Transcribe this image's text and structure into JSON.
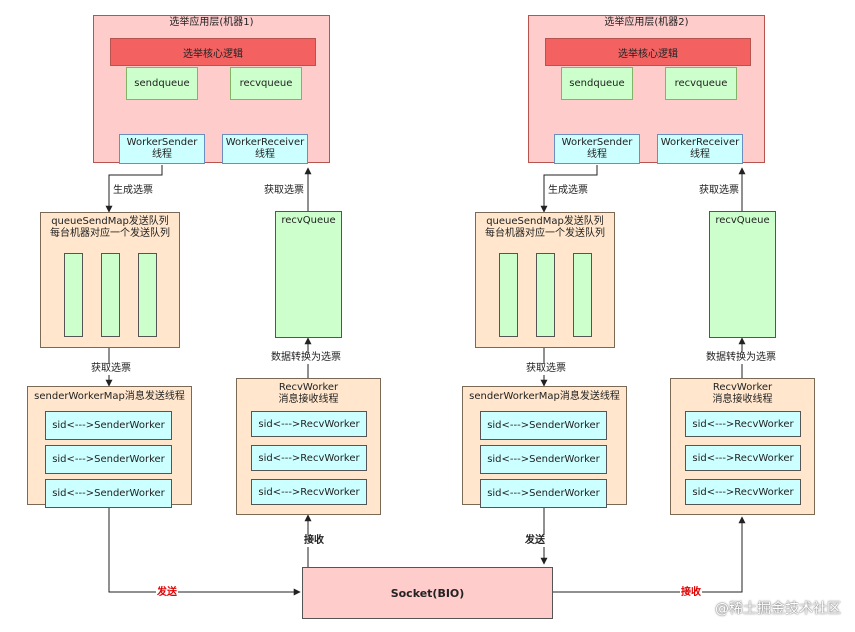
{
  "left": {
    "app_title": "选举应用层(机器1)",
    "core": "选举核心逻辑",
    "sendqueue": "sendqueue",
    "recvqueue": "recvqueue",
    "worker_sender_l1": "WorkerSender",
    "worker_sender_l2": "线程",
    "worker_receiver_l1": "WorkerReceiver",
    "worker_receiver_l2": "线程",
    "gen_vote": "生成选票",
    "get_vote_top": "获取选票",
    "qsm_title_l1": "queueSendMap发送队列",
    "qsm_title_l2": "每台机器对应一个发送队列",
    "recvQueue": "recvQueue",
    "get_vote_mid": "获取选票",
    "convert": "数据转换为选票",
    "swm_title": "senderWorkerMap消息发送线程",
    "sender_rows": [
      "sid<--->SenderWorker",
      "sid<--->SenderWorker",
      "sid<--->SenderWorker"
    ],
    "rw_title_l1": "RecvWorker",
    "rw_title_l2": "消息接收线程",
    "recv_rows": [
      "sid<--->RecvWorker",
      "sid<--->RecvWorker",
      "sid<--->RecvWorker"
    ]
  },
  "right": {
    "app_title": "选举应用层(机器2)",
    "core": "选举核心逻辑",
    "sendqueue": "sendqueue",
    "recvqueue": "recvqueue",
    "worker_sender_l1": "WorkerSender",
    "worker_sender_l2": "线程",
    "worker_receiver_l1": "WorkerReceiver",
    "worker_receiver_l2": "线程",
    "gen_vote": "生成选票",
    "get_vote_top": "获取选票",
    "qsm_title_l1": "queueSendMap发送队列",
    "qsm_title_l2": "每台机器对应一个发送队列",
    "recvQueue": "recvQueue",
    "get_vote_mid": "获取选票",
    "convert": "数据转换为选票",
    "swm_title": "senderWorkerMap消息发送线程",
    "sender_rows": [
      "sid<--->SenderWorker",
      "sid<--->SenderWorker",
      "sid<--->SenderWorker"
    ],
    "rw_title_l1": "RecvWorker",
    "rw_title_l2": "消息接收线程",
    "recv_rows": [
      "sid<--->RecvWorker",
      "sid<--->RecvWorker",
      "sid<--->RecvWorker"
    ]
  },
  "socket": "Socket(BIO)",
  "edges": {
    "recv_left": "接收",
    "send_right": "发送",
    "send_left_red": "发送",
    "recv_right_red": "接收"
  },
  "watermark": "@稀土掘金技术社区"
}
